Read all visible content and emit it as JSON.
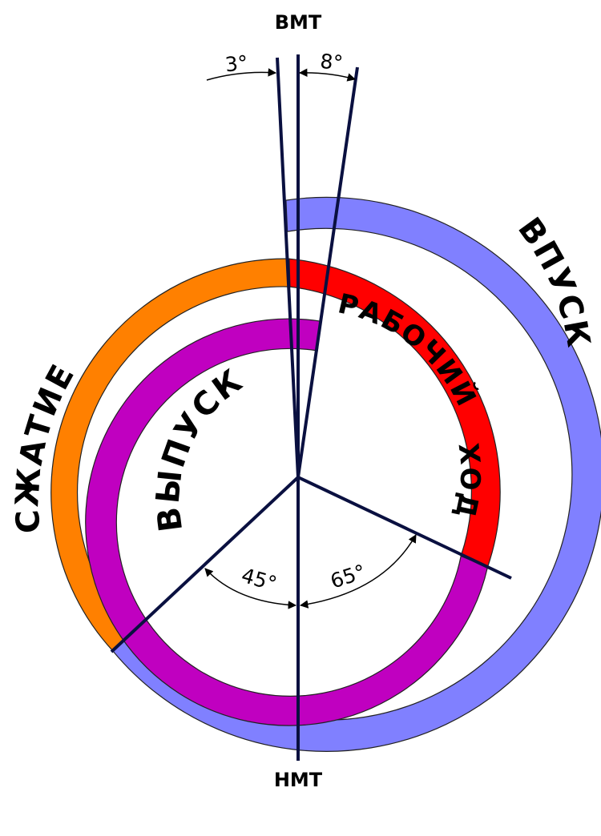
{
  "diagram": {
    "tdc_label": "ВМТ",
    "bdc_label": "НМТ",
    "angles": {
      "top_left": "3°",
      "top_right": "8°",
      "bottom_left": "45°",
      "bottom_right": "65°"
    },
    "strokes": {
      "intake": "ВПУСК",
      "compression": "СЖАТИЕ",
      "power": "РАБОЧИЙ ХОД",
      "power_line1": "РАБОЧИЙ",
      "power_line2": "ХОД",
      "exhaust": "ВЫПУСК"
    },
    "colors": {
      "intake": "#8080ff",
      "compression": "#ff8000",
      "power": "#ff0000",
      "exhaust": "#c000c0",
      "lines": "#0a1040"
    }
  }
}
